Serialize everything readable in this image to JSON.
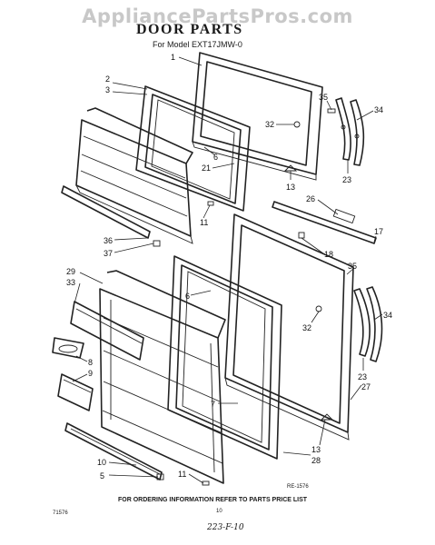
{
  "watermark": "AppliancePartsPros.com",
  "title": "DOOR PARTS",
  "subtitle": "For Model EXT17JMW-0",
  "footer_note": "FOR ORDERING INFORMATION REFER TO PARTS PRICE LIST",
  "ref_code": "RE-1576",
  "left_code": "71576",
  "page_number": "10",
  "handwritten_note": "223-F-10",
  "callouts": [
    "1",
    "2",
    "3",
    "35",
    "32",
    "34",
    "6",
    "21",
    "13",
    "23",
    "26",
    "11",
    "36",
    "37",
    "17",
    "18",
    "29",
    "33",
    "35",
    "6",
    "32",
    "34",
    "8",
    "9",
    "23",
    "27",
    "7",
    "13",
    "28",
    "10",
    "5",
    "11"
  ]
}
